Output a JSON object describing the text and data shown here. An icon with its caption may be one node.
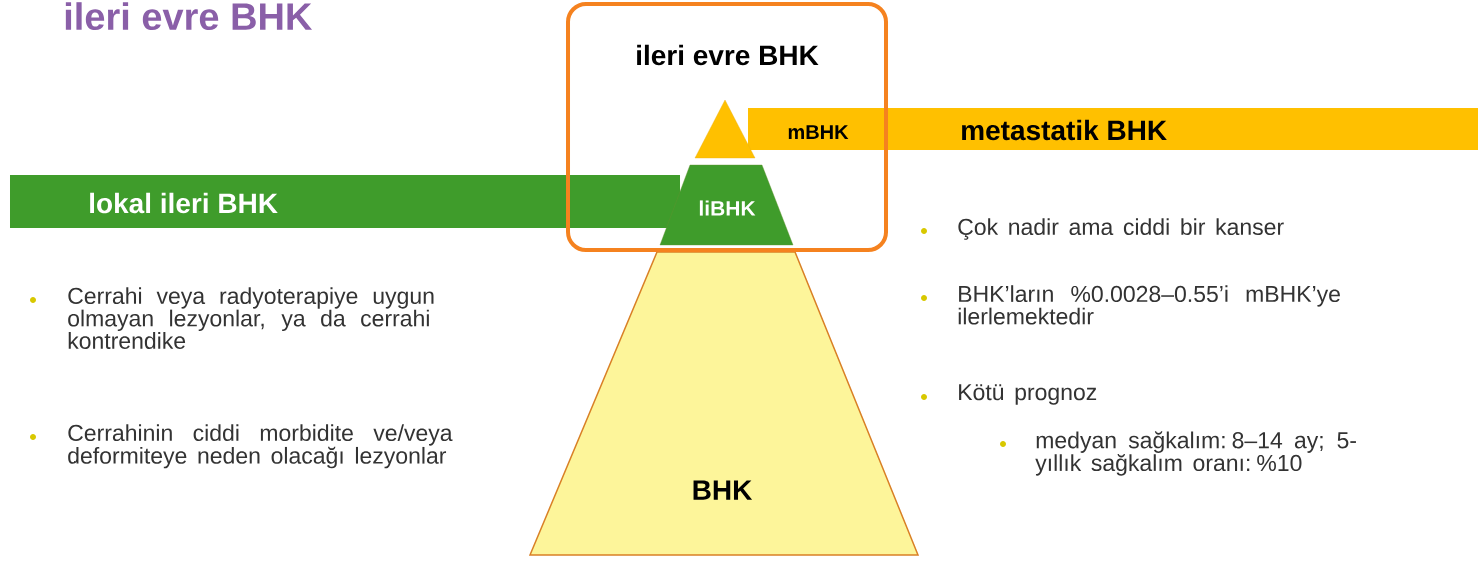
{
  "diagram": {
    "title": "ileri evre BHK",
    "nodes": [
      {
        "text": [
          "ileri evre BHK"
        ]
      },
      {
        "text": [],
        "shape": "triangle",
        "in": 0
      },
      {
        "text": [
          "metastatik BHK"
        ]
      },
      {
        "text": [
          "lokal ileri BHK"
        ]
      },
      {
        "text": [
          "liBHK"
        ],
        "in": 0
      },
      {
        "text": [
          "BHK"
        ]
      }
    ],
    "edges": [],
    "labels": [
      "mBHK",
      "Cerrahi veya radyoterapiye uygun olmayan lezyonlar, ya da cerrahi kontrendike",
      "Cerrahinin ciddi morbidite ve/veya deformiteye neden olacağı lezyonlar",
      "Çok nadir ama ciddi bir kanser",
      "BHK’ların %0.0028–0.55’i mBHK’ye ilerlemektedir",
      "Kötü prognoz",
      "medyan sağkalım: 8–14 ay; 5-yıllık sağkalım oranı: %10"
    ]
  }
}
